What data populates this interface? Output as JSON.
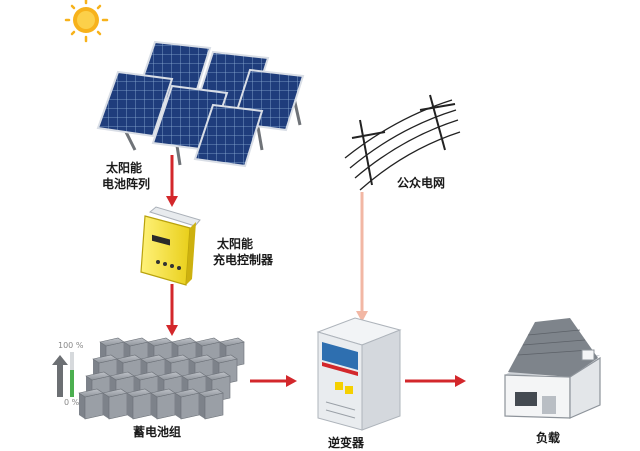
{
  "labels": {
    "solar_array_line1": "太阳能",
    "solar_array_line2": "电池阵列",
    "controller_line1": "太阳能",
    "controller_line2": "充电控制器",
    "public_grid": "公众电网",
    "battery_bank": "蓄电池组",
    "inverter": "逆变器",
    "load": "负载"
  },
  "battery_indicator": {
    "top": "100 %",
    "bottom": "0 %"
  },
  "colors": {
    "flow_arrow": "#d3272b",
    "grid_arrow": "#f2b7a4",
    "panel_cell": "#1e3a78",
    "controller_body": "#f5e43a",
    "sun": "#f7b21b",
    "battery_body": "#8a8f97",
    "inverter_panel": "#2e6fb0"
  }
}
